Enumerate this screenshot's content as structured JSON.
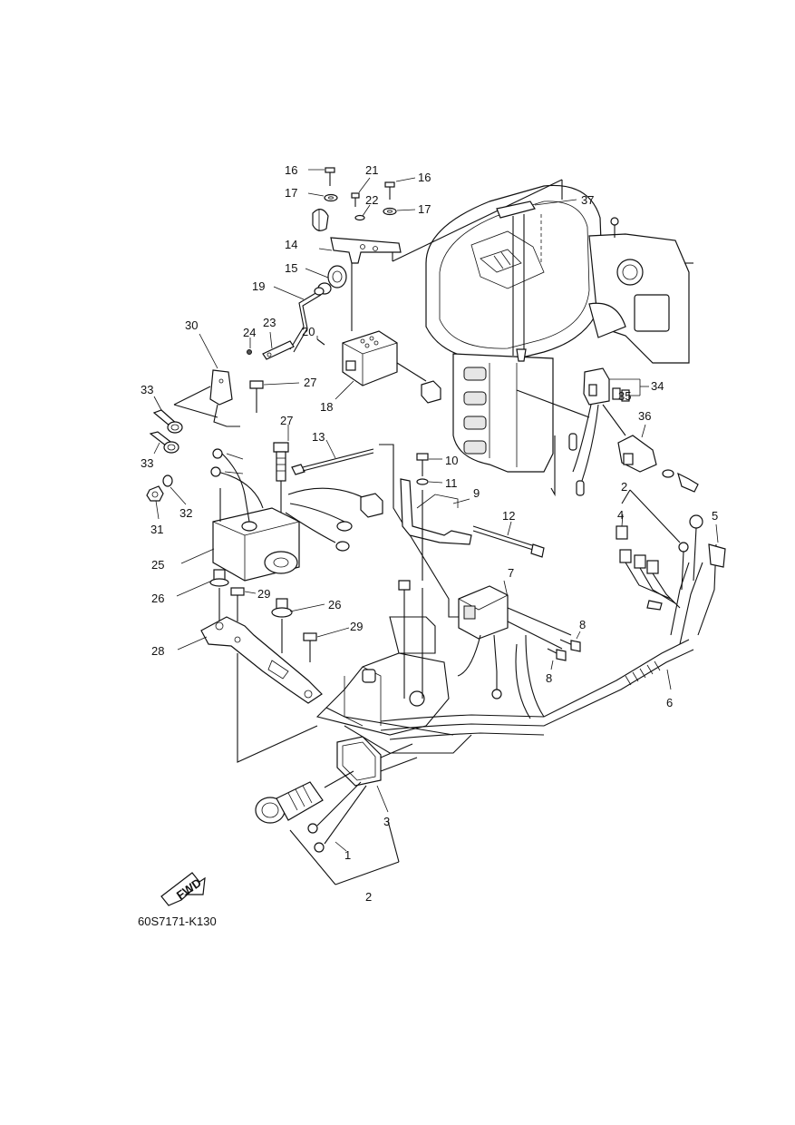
{
  "diagram": {
    "code": "60S7171-K130",
    "fwd_label": "FWD",
    "callouts": [
      {
        "id": "c1",
        "text": "1"
      },
      {
        "id": "c2a",
        "text": "2"
      },
      {
        "id": "c2b",
        "text": "2"
      },
      {
        "id": "c3",
        "text": "3"
      },
      {
        "id": "c4",
        "text": "4"
      },
      {
        "id": "c5",
        "text": "5"
      },
      {
        "id": "c6",
        "text": "6"
      },
      {
        "id": "c7",
        "text": "7"
      },
      {
        "id": "c8a",
        "text": "8"
      },
      {
        "id": "c8b",
        "text": "8"
      },
      {
        "id": "c9",
        "text": "9"
      },
      {
        "id": "c10",
        "text": "10"
      },
      {
        "id": "c11",
        "text": "11"
      },
      {
        "id": "c12",
        "text": "12"
      },
      {
        "id": "c13",
        "text": "13"
      },
      {
        "id": "c14",
        "text": "14"
      },
      {
        "id": "c15",
        "text": "15"
      },
      {
        "id": "c16a",
        "text": "16"
      },
      {
        "id": "c16b",
        "text": "16"
      },
      {
        "id": "c17a",
        "text": "17"
      },
      {
        "id": "c17b",
        "text": "17"
      },
      {
        "id": "c18",
        "text": "18"
      },
      {
        "id": "c19",
        "text": "19"
      },
      {
        "id": "c20",
        "text": "20"
      },
      {
        "id": "c21",
        "text": "21"
      },
      {
        "id": "c22",
        "text": "22"
      },
      {
        "id": "c23",
        "text": "23"
      },
      {
        "id": "c24",
        "text": "24"
      },
      {
        "id": "c25",
        "text": "25"
      },
      {
        "id": "c26a",
        "text": "26"
      },
      {
        "id": "c26b",
        "text": "26"
      },
      {
        "id": "c27a",
        "text": "27"
      },
      {
        "id": "c27b",
        "text": "27"
      },
      {
        "id": "c28",
        "text": "28"
      },
      {
        "id": "c29a",
        "text": "29"
      },
      {
        "id": "c29b",
        "text": "29"
      },
      {
        "id": "c30",
        "text": "30"
      },
      {
        "id": "c31",
        "text": "31"
      },
      {
        "id": "c32",
        "text": "32"
      },
      {
        "id": "c33a",
        "text": "33"
      },
      {
        "id": "c33b",
        "text": "33"
      },
      {
        "id": "c34",
        "text": "34"
      },
      {
        "id": "c35",
        "text": "35"
      },
      {
        "id": "c36",
        "text": "36"
      },
      {
        "id": "c37",
        "text": "37"
      }
    ]
  }
}
